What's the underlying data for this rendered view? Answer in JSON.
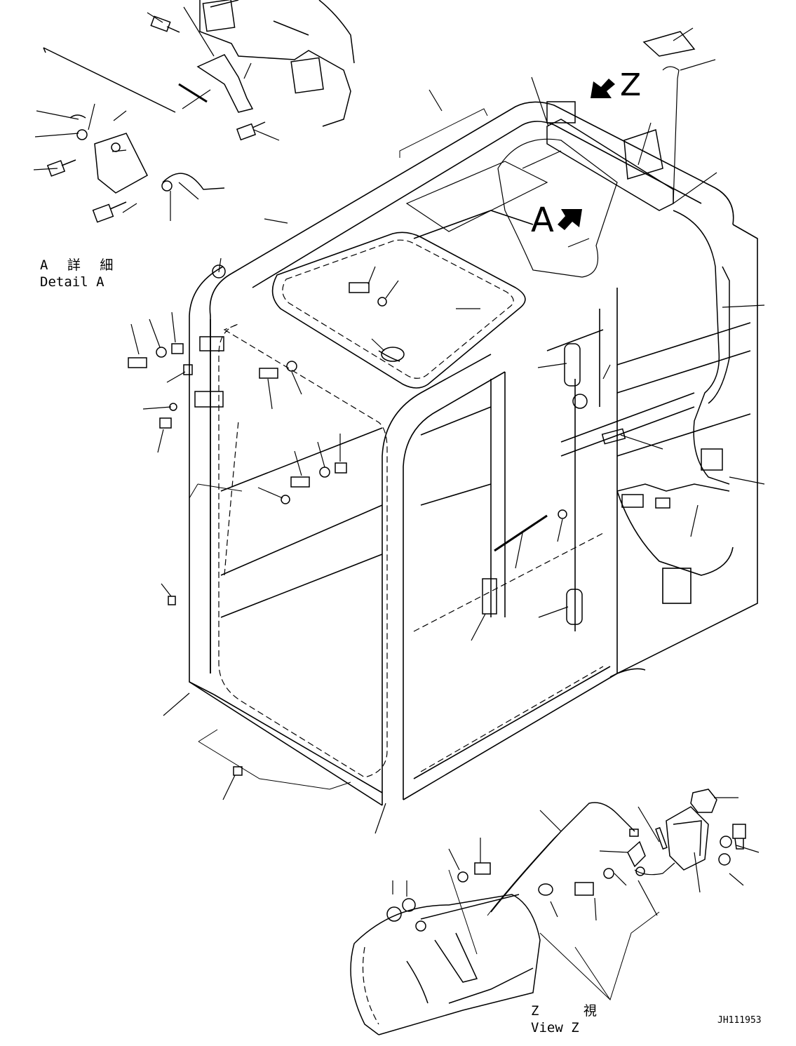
{
  "detail_a": {
    "title_jp": "A 詳 細",
    "title_en": "Detail A"
  },
  "view_z": {
    "title_jp": "Z 視",
    "title_en": "View Z"
  },
  "view_arrows": {
    "a": "A",
    "z": "Z"
  },
  "drawing_id": "JH111953",
  "colors": {
    "line": "#000000",
    "background": "#ffffff"
  }
}
